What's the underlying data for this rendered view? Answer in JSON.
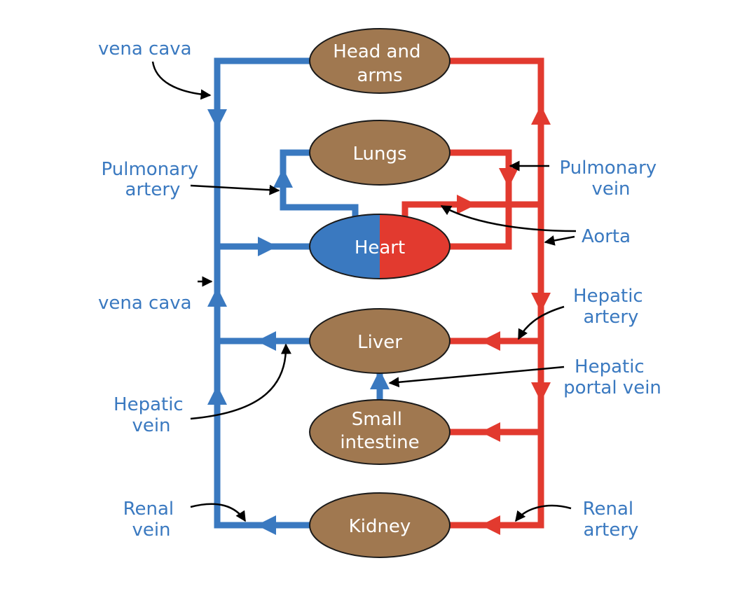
{
  "colors": {
    "vein": "#3a79c0",
    "artery": "#e23a2f",
    "organ": "#a07850",
    "organ_border": "#1a1a1a",
    "organ_text": "#ffffff",
    "label": "#3a79c0",
    "pointer": "#000000"
  },
  "organs": {
    "head_arms": [
      "Head and",
      "arms"
    ],
    "lungs": [
      "Lungs"
    ],
    "heart": [
      "Heart"
    ],
    "liver": [
      "Liver"
    ],
    "small_intestine": [
      "Small",
      "intestine"
    ],
    "kidney": [
      "Kidney"
    ]
  },
  "labels": {
    "vena_cava_top": [
      "vena cava"
    ],
    "pulmonary_artery": [
      "Pulmonary",
      "artery"
    ],
    "vena_cava_bottom": [
      "vena cava"
    ],
    "hepatic_vein": [
      "Hepatic",
      "vein"
    ],
    "renal_vein": [
      "Renal",
      "vein"
    ],
    "pulmonary_vein": [
      "Pulmonary",
      "vein"
    ],
    "aorta": [
      "Aorta"
    ],
    "hepatic_artery": [
      "Hepatic",
      "artery"
    ],
    "hepatic_portal_vein": [
      "Hepatic",
      "portal vein"
    ],
    "renal_artery": [
      "Renal",
      "artery"
    ]
  }
}
